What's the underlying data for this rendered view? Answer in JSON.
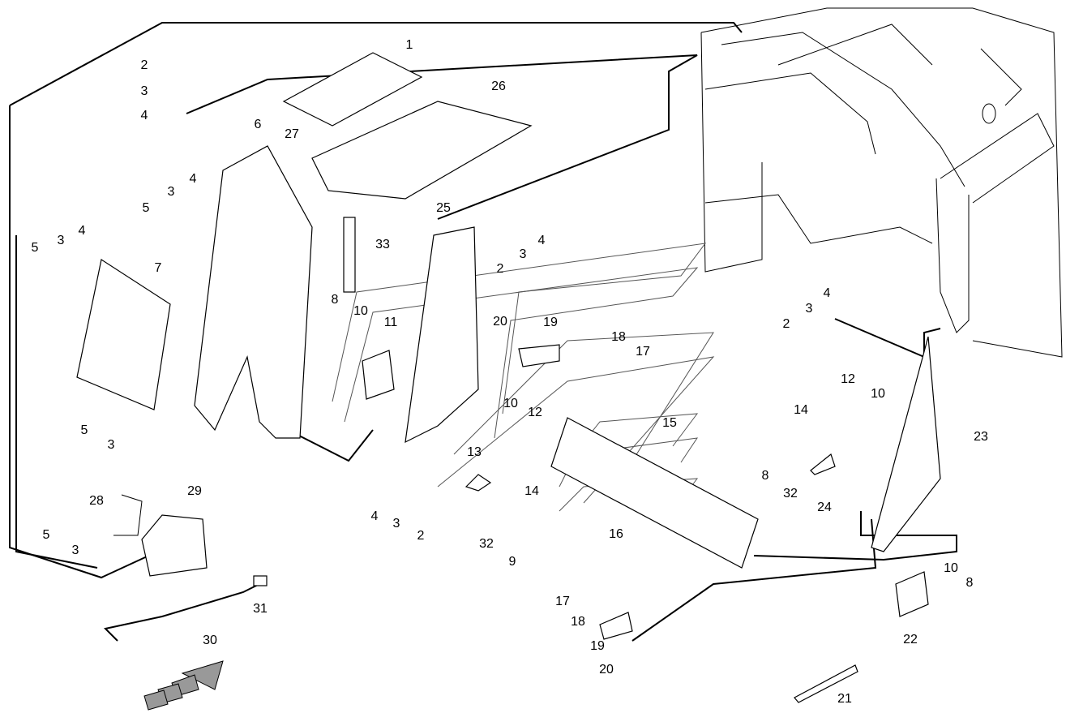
{
  "diagram": {
    "type": "exploded parts diagram",
    "callouts": [
      "1",
      "2",
      "3",
      "4",
      "6",
      "27",
      "26",
      "4",
      "3",
      "5",
      "5",
      "3",
      "4",
      "7",
      "33",
      "25",
      "2",
      "3",
      "4",
      "8",
      "10",
      "11",
      "20",
      "19",
      "18",
      "17",
      "10",
      "12",
      "4",
      "3",
      "2",
      "12",
      "10",
      "14",
      "15",
      "23",
      "13",
      "14",
      "8",
      "32",
      "24",
      "5",
      "3",
      "29",
      "28",
      "5",
      "3",
      "4",
      "3",
      "2",
      "32",
      "9",
      "16",
      "31",
      "30",
      "17",
      "18",
      "19",
      "20",
      "10",
      "8",
      "22",
      "21"
    ]
  }
}
